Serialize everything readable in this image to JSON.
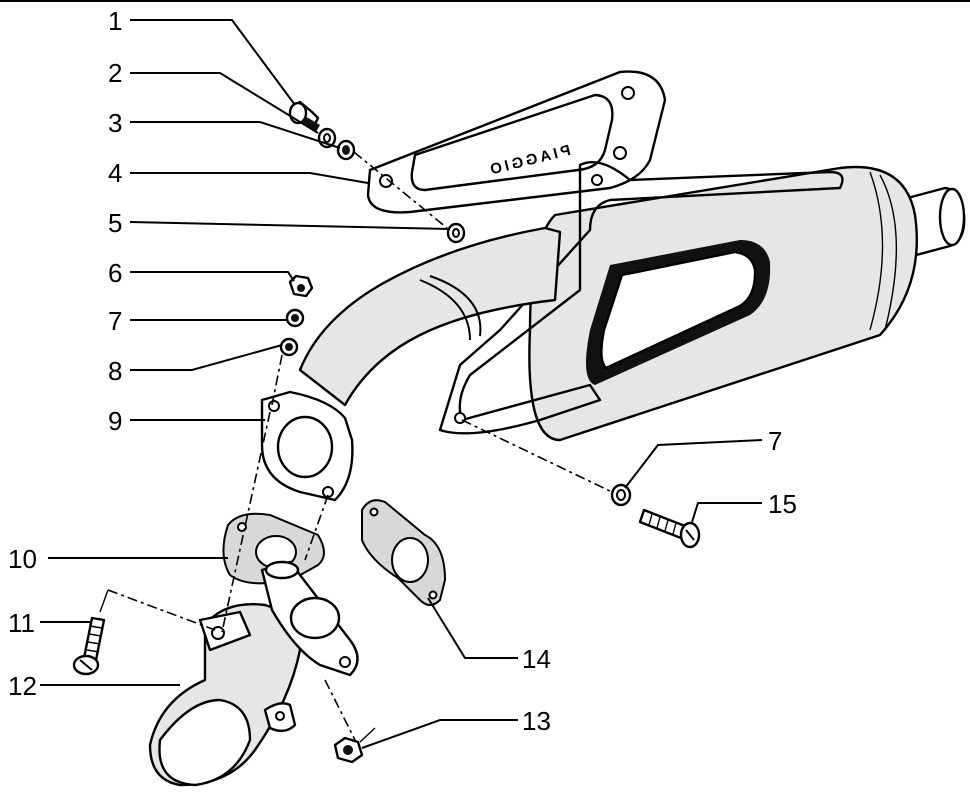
{
  "diagram": {
    "brand_mark": "PIAGGIO",
    "callouts": [
      {
        "id": "c1",
        "label": "1"
      },
      {
        "id": "c2",
        "label": "2"
      },
      {
        "id": "c3",
        "label": "3"
      },
      {
        "id": "c4",
        "label": "4"
      },
      {
        "id": "c5",
        "label": "5"
      },
      {
        "id": "c6",
        "label": "6"
      },
      {
        "id": "c7",
        "label": "7"
      },
      {
        "id": "c8",
        "label": "8"
      },
      {
        "id": "c9",
        "label": "9"
      },
      {
        "id": "c10",
        "label": "10"
      },
      {
        "id": "c11",
        "label": "11"
      },
      {
        "id": "c12",
        "label": "12"
      },
      {
        "id": "c7b",
        "label": "7"
      },
      {
        "id": "c15",
        "label": "15"
      },
      {
        "id": "c14",
        "label": "14"
      },
      {
        "id": "c13",
        "label": "13"
      }
    ]
  }
}
